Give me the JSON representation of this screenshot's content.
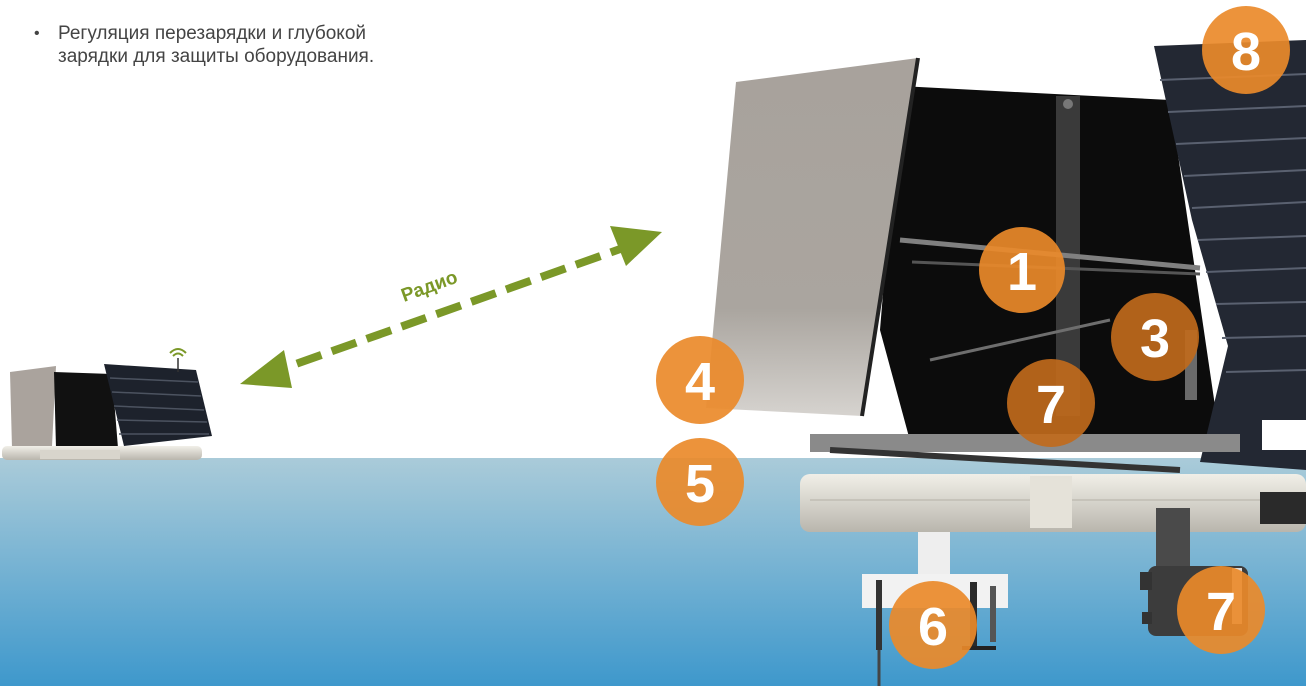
{
  "bullets": [
    "Регуляция перезарядки и глубокой\nзарядки для защиты оборудования."
  ],
  "radio_label": "Радио",
  "colors": {
    "accent_green": "#7b9828",
    "callout_orange": "#ea8a2a",
    "callout_brown": "#c06a1c",
    "water_top": "#a9c7d7",
    "water_bottom": "#3f97c8"
  },
  "callouts": [
    "1",
    "3",
    "4",
    "5",
    "6",
    "7",
    "7",
    "8"
  ]
}
